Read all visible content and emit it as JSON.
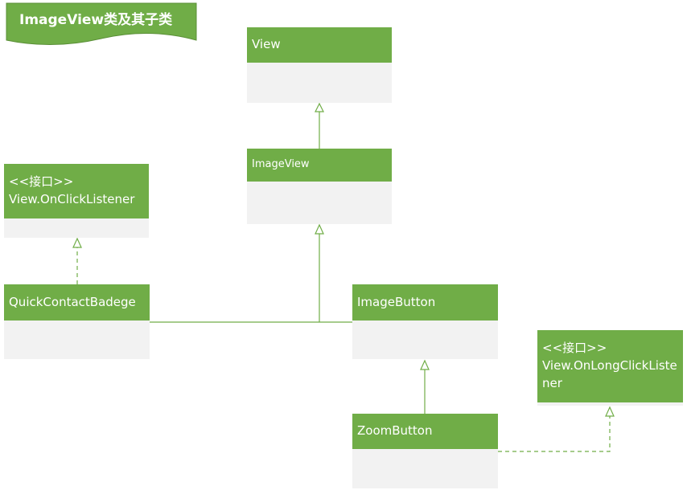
{
  "title": "ImageView类及其子类",
  "colors": {
    "header": "#70ad47",
    "body": "#f2f2f2",
    "line": "#70ad47",
    "title_text": "#ffffff"
  },
  "classes": {
    "view": {
      "name": "View"
    },
    "imageview": {
      "name": "ImageView"
    },
    "onclick": {
      "stereotype": "<<接口>>",
      "name": "View.OnClickListener"
    },
    "quickcontact": {
      "name": "QuickContactBadege"
    },
    "imagebutton": {
      "name": "ImageButton"
    },
    "onlongclick": {
      "stereotype": "<<接口>>",
      "name_line1": "View.OnLongClickListe",
      "name_line2": "ner"
    },
    "zoombutton": {
      "name": "ZoomButton"
    }
  },
  "relations": [
    {
      "from": "ImageView",
      "to": "View",
      "kind": "inheritance"
    },
    {
      "from": "QuickContactBadege",
      "to": "ImageView",
      "kind": "inheritance"
    },
    {
      "from": "ImageButton",
      "to": "ImageView",
      "kind": "inheritance"
    },
    {
      "from": "ZoomButton",
      "to": "ImageButton",
      "kind": "inheritance"
    },
    {
      "from": "QuickContactBadege",
      "to": "View.OnClickListener",
      "kind": "realization"
    },
    {
      "from": "ZoomButton",
      "to": "View.OnLongClickListener",
      "kind": "realization"
    }
  ]
}
